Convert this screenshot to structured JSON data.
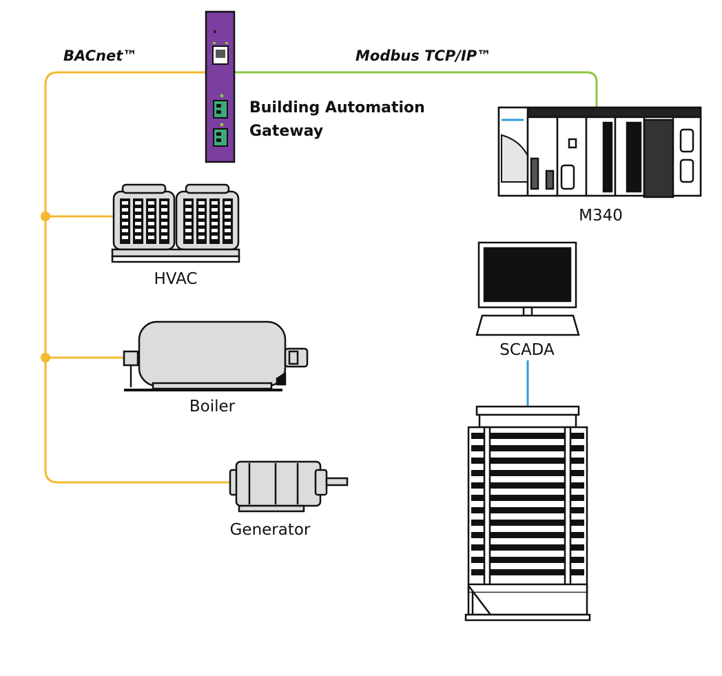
{
  "labels": {
    "protocol_left": "BACnet™",
    "protocol_right": "Modbus TCP/IP™",
    "gateway_line1": "Building Automation",
    "gateway_line2": "Gateway",
    "plc": "M340",
    "hvac": "HVAC",
    "boiler": "Boiler",
    "generator": "Generator",
    "scada": "SCADA"
  },
  "colors": {
    "bacnet_line": "#f5b82e",
    "modbus_line": "#8cc63f",
    "scada_link": "#2e9bd6",
    "gateway_body": "#7b3fa0",
    "outline": "#111111",
    "equipment_fill": "#dcdcdc"
  }
}
